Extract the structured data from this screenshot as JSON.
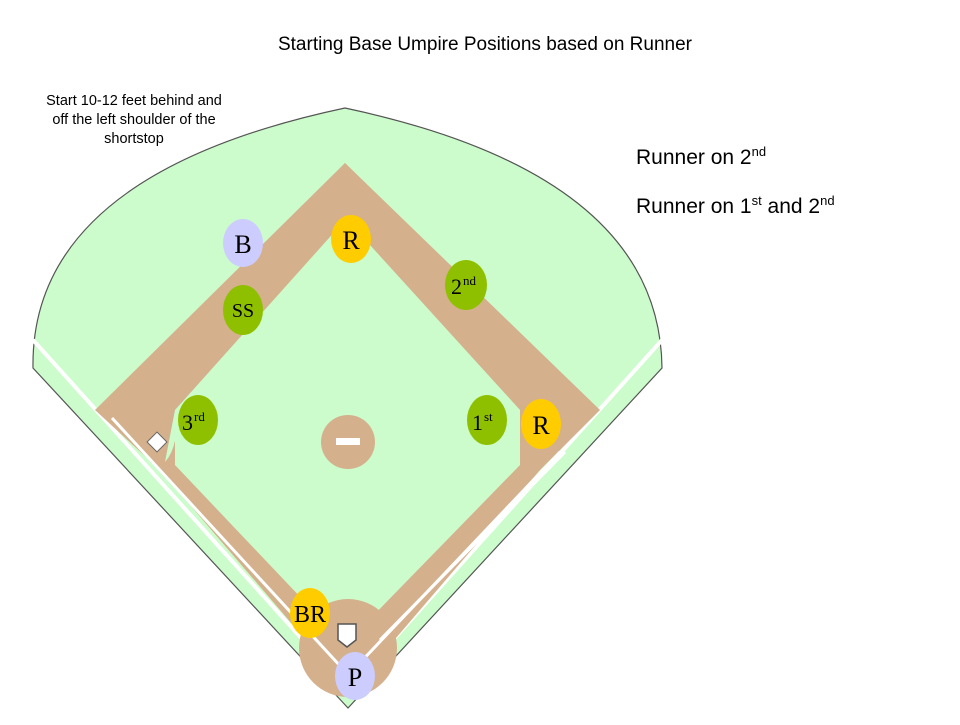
{
  "title": "Starting Base Umpire Positions based on  Runner",
  "note": {
    "line1": "Start 10-12 feet behind and",
    "line2": "off the left shoulder of the",
    "line3": "shortstop"
  },
  "situations": [
    {
      "a": "Runner on 2",
      "a_sup": "nd",
      "b": "",
      "b_sup": "",
      "c": ""
    },
    {
      "a": "Runner on 1",
      "a_sup": "st",
      "b": " and 2",
      "b_sup": "nd",
      "c": ""
    }
  ],
  "markers": {
    "runner_second": "R",
    "runner_first": "R",
    "batter_runner": "BR",
    "base_umpire": "B",
    "plate_umpire": "P",
    "shortstop": "SS",
    "second_baseman": {
      "base": "2",
      "sup": "nd"
    },
    "first_baseman": {
      "base": "1",
      "sup": "st"
    },
    "third_baseman": {
      "base": "3",
      "sup": "rd"
    }
  },
  "colors": {
    "outfield": "#ccfccc",
    "infield_dirt": "#d4b08c",
    "runner": "#ffcc00",
    "fielder": "#8ec000",
    "umpire": "#ccccff"
  }
}
